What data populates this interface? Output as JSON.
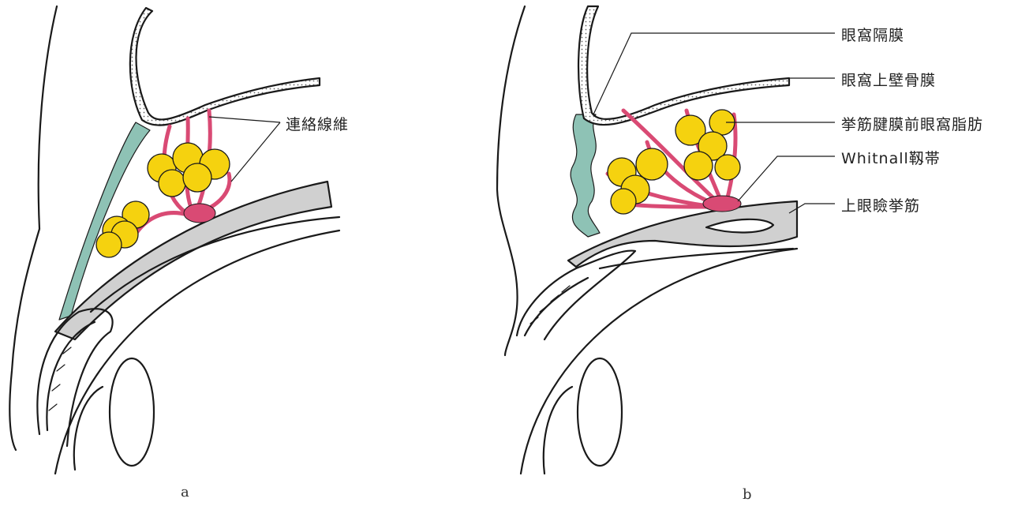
{
  "panels": [
    {
      "caption": "a",
      "labels": [
        "連絡線維"
      ]
    },
    {
      "caption": "b",
      "labels": [
        "眼窩隔膜",
        "眼窩上壁骨膜",
        "挙筋腱膜前眼窩脂肪",
        "Whitnall靱帯",
        "上眼瞼挙筋"
      ]
    }
  ],
  "colors": {
    "fat": "#F5D20F",
    "septal_fibers": "#D94A74",
    "orbital_septum": "#8EC2B5",
    "muscle": "#D0D0D0",
    "periosteum_dots": "#666666",
    "line": "#1a1a1a"
  }
}
